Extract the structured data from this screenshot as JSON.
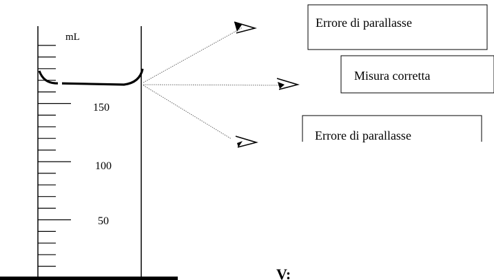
{
  "cylinder": {
    "unit": "mL",
    "scale_labels": [
      "150",
      "100",
      "50"
    ]
  },
  "callouts": {
    "top": "Errore di parallasse",
    "middle": "Misura corretta",
    "bottom": "Errore di parallasse"
  },
  "answer_prefix": "V:",
  "icons": {
    "eye": "eye-icon"
  },
  "colors": {
    "ink": "#000000",
    "sight_line": "#555555",
    "background": "#ffffff"
  }
}
